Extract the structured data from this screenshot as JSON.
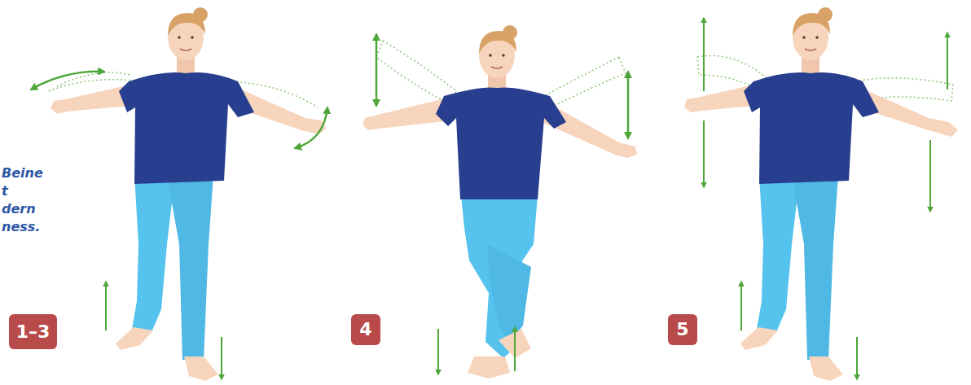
{
  "diagram": {
    "nodes": [
      {
        "text": [
          "1–3"
        ]
      },
      {
        "text": [
          "4"
        ]
      },
      {
        "text": [
          "5"
        ]
      }
    ],
    "labels": [
      "Beine",
      "t",
      "dern",
      "ness."
    ]
  }
}
